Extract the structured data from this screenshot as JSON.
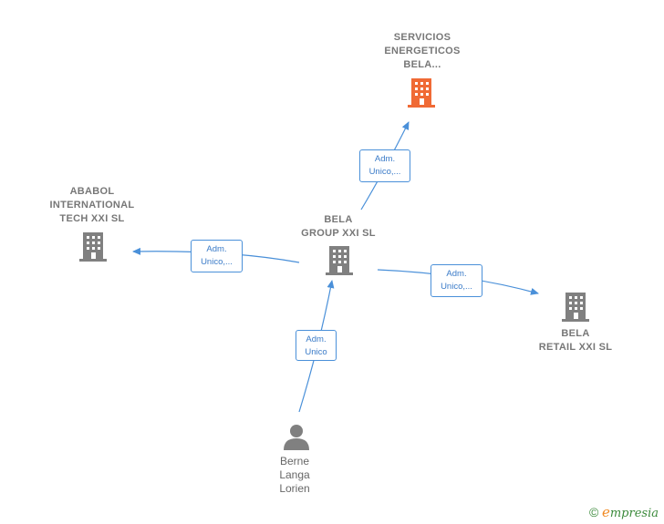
{
  "nodes": {
    "servicios": {
      "lines": [
        "SERVICIOS",
        "ENERGETICOS",
        "BELA..."
      ],
      "color": "#f06a35",
      "icon": "building-icon"
    },
    "ababol": {
      "lines": [
        "ABABOL",
        "INTERNATIONAL",
        "TECH XXI  SL"
      ],
      "color": "#808080",
      "icon": "building-icon"
    },
    "bela_group": {
      "lines": [
        "BELA",
        "GROUP XXI  SL"
      ],
      "color": "#808080",
      "icon": "building-icon"
    },
    "bela_retail": {
      "lines": [
        "BELA",
        "RETAIL XXI  SL"
      ],
      "color": "#808080",
      "icon": "building-icon"
    },
    "berne": {
      "lines": [
        "Berne",
        "Langa",
        "Lorien"
      ],
      "color": "#808080",
      "icon": "person-icon"
    }
  },
  "edges": {
    "to_servicios": {
      "lines": [
        "Adm.",
        "Unico,..."
      ]
    },
    "to_ababol": {
      "lines": [
        "Adm.",
        "Unico,..."
      ]
    },
    "to_retail": {
      "lines": [
        "Adm.",
        "Unico,..."
      ]
    },
    "from_berne": {
      "lines": [
        "Adm.",
        "Unico"
      ]
    }
  },
  "colors": {
    "edge": "#4a90d9",
    "accent": "#f06a35"
  },
  "watermark": {
    "symbol": "©",
    "first": "e",
    "rest": "mpresia"
  }
}
